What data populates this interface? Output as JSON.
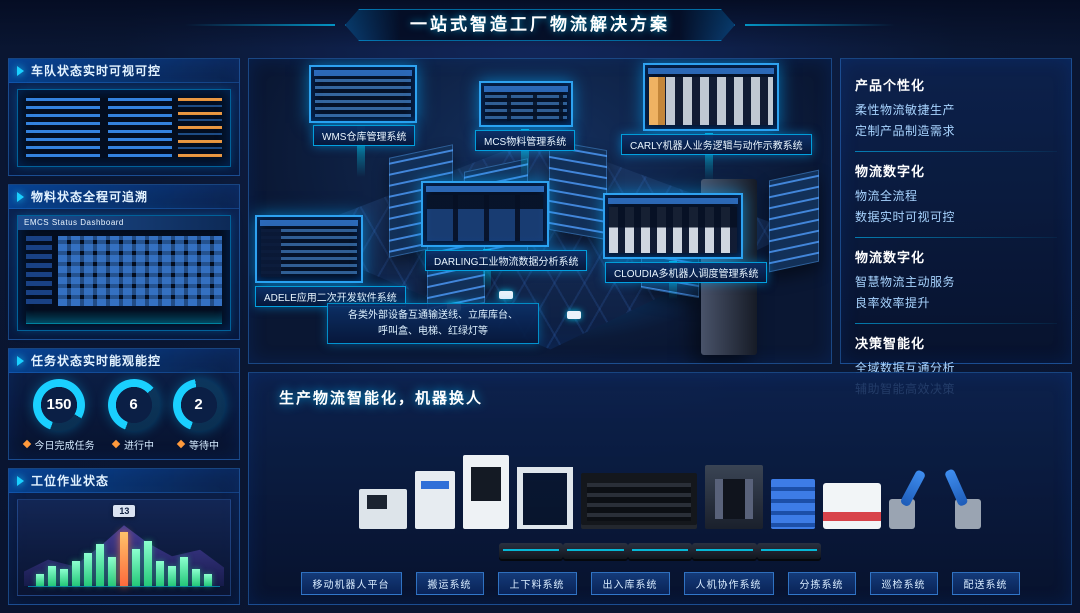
{
  "page": {
    "title": "一站式智造工厂物流解决方案"
  },
  "left_panels": {
    "fleet": {
      "title": "车队状态实时可视可控"
    },
    "material": {
      "title": "物料状态全程可追溯",
      "screen_title": "EMCS Status Dashboard"
    },
    "tasks": {
      "title": "任务状态实时能观能控",
      "gauges": [
        {
          "value": "150",
          "label": "今日完成任务"
        },
        {
          "value": "6",
          "label": "进行中"
        },
        {
          "value": "2",
          "label": "等待中"
        }
      ]
    },
    "workstation": {
      "title": "工位作业状态"
    }
  },
  "scene": {
    "screens": [
      "WMS仓库管理系统",
      "MCS物料管理系统",
      "CARLY机器人业务逻辑与动作示教系统",
      "DARLING工业物流数据分析系统",
      "ADELE应用二次开发软件系统",
      "CLOUDIA多机器人调度管理系统"
    ],
    "note_line1": "各类外部设备互通输送线、立库库台、",
    "note_line2": "呼叫盒、电梯、红绿灯等"
  },
  "right_panel": {
    "sections": [
      {
        "title": "产品个性化",
        "lines": [
          "柔性物流敏捷生产",
          "定制产品制造需求"
        ]
      },
      {
        "title": "物流数字化",
        "lines": [
          "物流全流程",
          "数据实时可视可控"
        ]
      },
      {
        "title": "物流数字化",
        "lines": [
          "智慧物流主动服务",
          "良率效率提升"
        ]
      },
      {
        "title": "决策智能化",
        "lines": [
          "全域数据互通分析",
          "辅助智能高效决策"
        ]
      }
    ]
  },
  "bottom": {
    "headline": "生产物流智能化，机器换人",
    "buttons": [
      "移动机器人平台",
      "搬运系统",
      "上下料系统",
      "出入库系统",
      "人机协作系统",
      "分拣系统",
      "巡检系统",
      "配送系统"
    ]
  },
  "chart_data": {
    "type": "bar",
    "title": "工位作业状态",
    "values": [
      3,
      5,
      4,
      6,
      8,
      10,
      7,
      13,
      9,
      11,
      6,
      5,
      7,
      4,
      3
    ],
    "highlight_index": 7,
    "tooltip": "13",
    "ylim": [
      0,
      15
    ],
    "bar_color": "#35e08a",
    "highlight_color": "#ff7a3c",
    "grid": false,
    "legend": false
  },
  "colors": {
    "accent": "#1ad0ff",
    "highlight": "#ff9a3c",
    "panel_border": "#2e82e6"
  }
}
